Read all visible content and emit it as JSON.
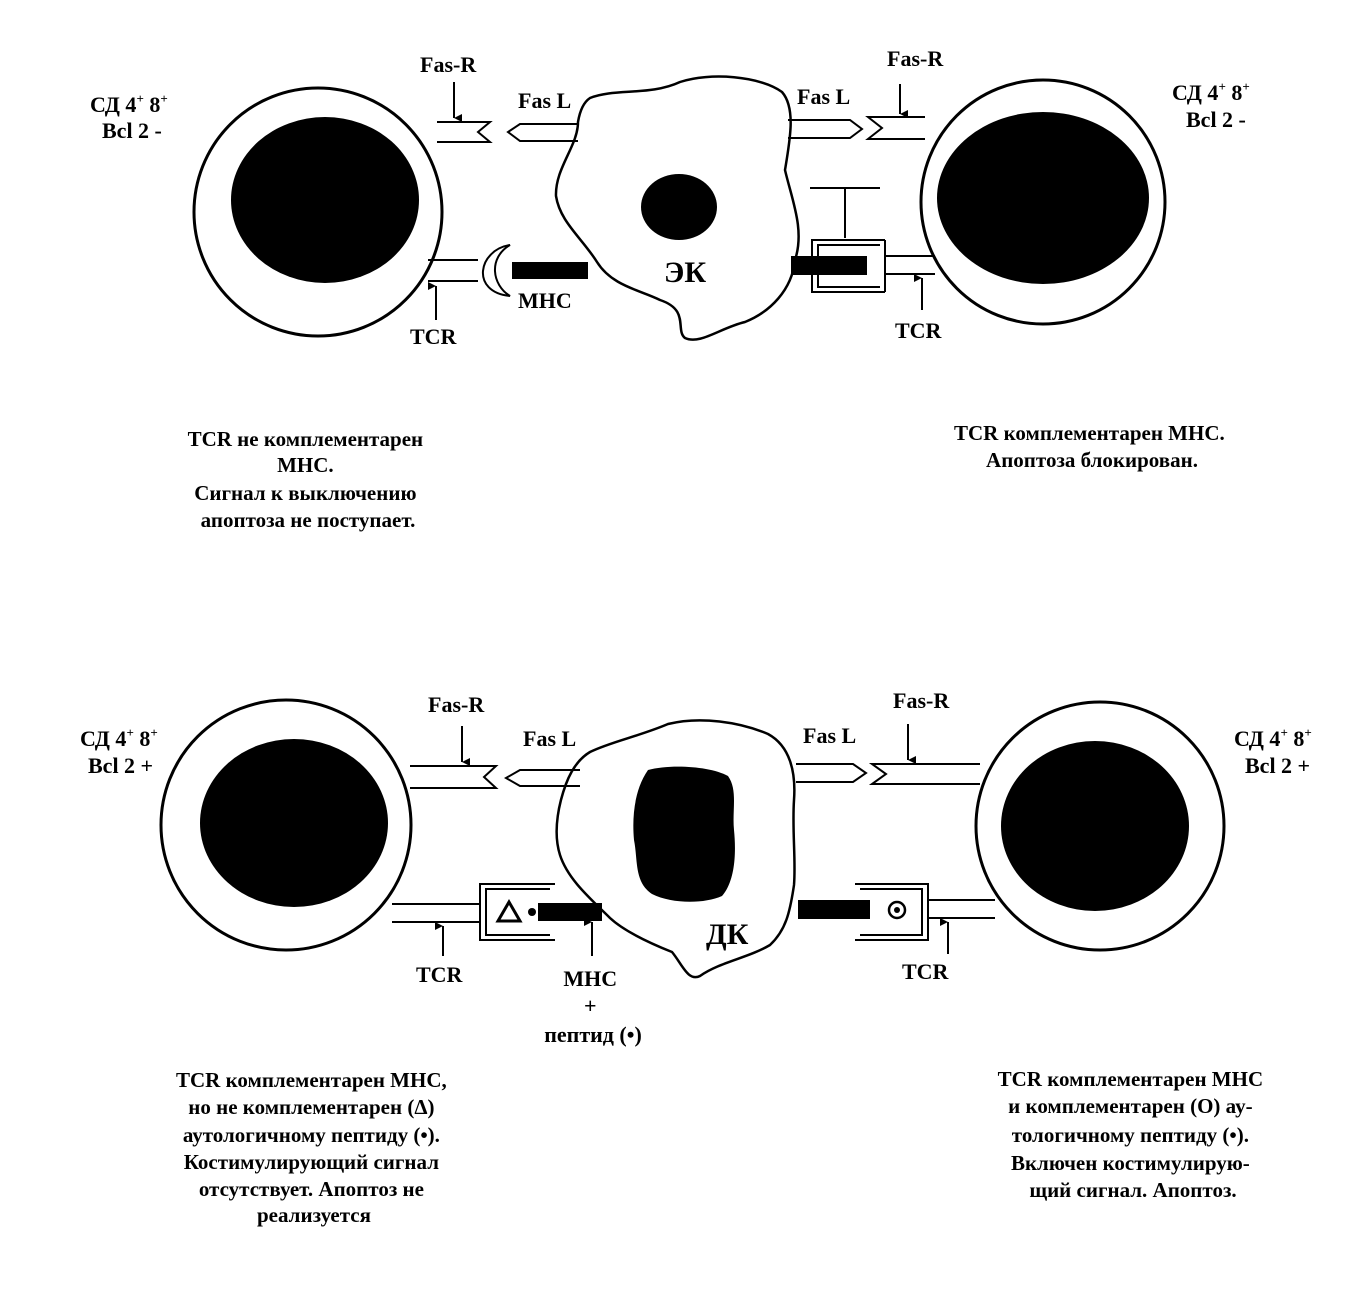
{
  "top": {
    "left_cell": {
      "cd": "СД 4",
      "sup1": "+",
      "eight": " 8",
      "sup2": "+",
      "bcl": "Bcl 2 -"
    },
    "right_cell": {
      "cd": "СД 4",
      "sup1": "+",
      "eight": " 8",
      "sup2": "+",
      "bcl": "Bcl 2 -"
    },
    "center_label": "ЭК",
    "fas_r_left": "Fas-R",
    "fas_l_left": "Fas L",
    "fas_r_right": "Fas-R",
    "fas_l_right": "Fas L",
    "mhc_label": "MHC",
    "tcr_left": "TCR",
    "tcr_right": "TCR",
    "caption_left": [
      "TCR не комплементарен",
      "MHC.",
      "Сигнал к выключению",
      "апоптоза не поступает."
    ],
    "caption_right": [
      "TCR комплементарен MHC.",
      "Апоптоза блокирован."
    ]
  },
  "bottom": {
    "left_cell": {
      "cd": "СД 4",
      "sup1": "+",
      "eight": " 8",
      "sup2": "+",
      "bcl": "Bcl 2 +"
    },
    "right_cell": {
      "cd": "СД 4",
      "sup1": "+",
      "eight": " 8",
      "sup2": "+",
      "bcl": "Bcl 2 +"
    },
    "center_label": "ДК",
    "fas_r_left": "Fas-R",
    "fas_l_left": "Fas L",
    "fas_r_right": "Fas-R",
    "fas_l_right": "Fas L",
    "tcr_left": "TCR",
    "tcr_right": "TCR",
    "mhc_lines": [
      "MHC",
      "+",
      "пептид (•)"
    ],
    "caption_left": [
      "TCR комплементарен MHC,",
      "но не комплементарен  (Δ)",
      "аутологичному пептиду (•).",
      "Костимулирующий сигнал",
      "отсутствует. Апоптоз не",
      "реализуется"
    ],
    "caption_right": [
      "TCR комплементарен MHC",
      "и комплементарен  (O) ау-",
      "тологичному пептиду (•).",
      "Включен костимулирую-",
      "щий сигнал. Апоптоз."
    ]
  }
}
